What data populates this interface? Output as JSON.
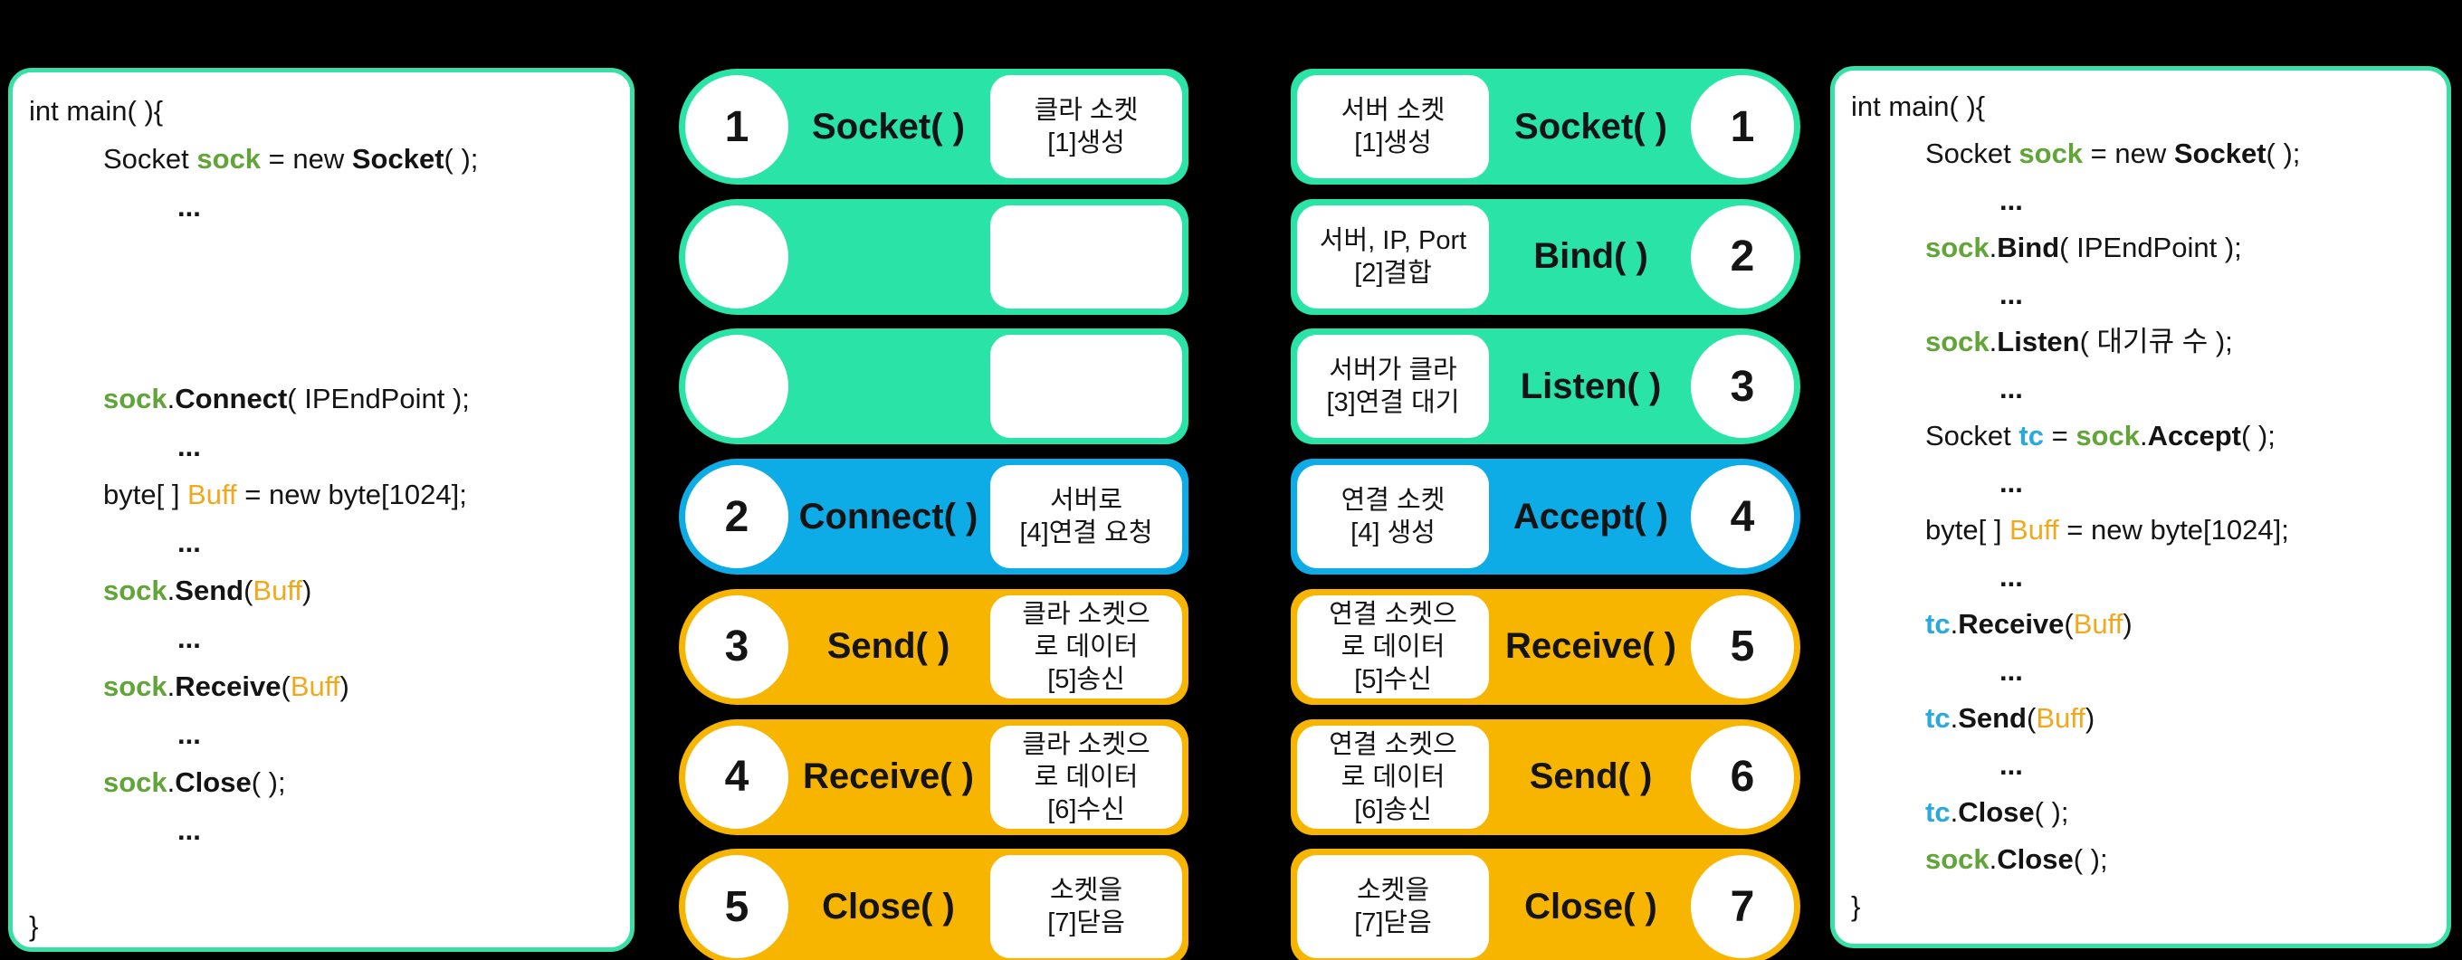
{
  "colors": {
    "background": "#000000",
    "panel_border_teal": "#38dfa8",
    "pill_green": "#2ae3a6",
    "pill_blue": "#0dace6",
    "pill_orange": "#f8b500",
    "code_green_sock": "#61a437",
    "code_orange_buff": "#f2a81d",
    "code_blue_tc": "#29a9e0",
    "text_black": "#141414"
  },
  "client_code": {
    "lines": [
      {
        "i": 0,
        "s": [
          {
            "t": "int main( ){"
          }
        ]
      },
      {
        "i": 1,
        "s": [
          {
            "t": "Socket "
          },
          {
            "t": "sock",
            "c": "g"
          },
          {
            "t": " = new "
          },
          {
            "t": "Socket",
            "c": "b"
          },
          {
            "t": "( );"
          }
        ]
      },
      {
        "i": 2,
        "s": [
          {
            "t": "...",
            "c": "b"
          }
        ]
      },
      {
        "i": 0,
        "s": []
      },
      {
        "i": 0,
        "s": []
      },
      {
        "i": 0,
        "s": []
      },
      {
        "i": 1,
        "s": [
          {
            "t": "sock",
            "c": "g"
          },
          {
            "t": "."
          },
          {
            "t": "Connect",
            "c": "b"
          },
          {
            "t": "( IPEndPoint );"
          }
        ]
      },
      {
        "i": 2,
        "s": [
          {
            "t": "...",
            "c": "b"
          }
        ]
      },
      {
        "i": 1,
        "s": [
          {
            "t": "byte[ ] "
          },
          {
            "t": "Buff",
            "c": "o"
          },
          {
            "t": " = new byte[1024];"
          }
        ]
      },
      {
        "i": 2,
        "s": [
          {
            "t": "...",
            "c": "b"
          }
        ]
      },
      {
        "i": 1,
        "s": [
          {
            "t": "sock",
            "c": "g"
          },
          {
            "t": "."
          },
          {
            "t": "Send",
            "c": "b"
          },
          {
            "t": "("
          },
          {
            "t": "Buff",
            "c": "o"
          },
          {
            "t": ")"
          }
        ]
      },
      {
        "i": 2,
        "s": [
          {
            "t": "...",
            "c": "b"
          }
        ]
      },
      {
        "i": 1,
        "s": [
          {
            "t": "sock",
            "c": "g"
          },
          {
            "t": "."
          },
          {
            "t": "Receive",
            "c": "b"
          },
          {
            "t": "("
          },
          {
            "t": "Buff",
            "c": "o"
          },
          {
            "t": ")"
          }
        ]
      },
      {
        "i": 2,
        "s": [
          {
            "t": "...",
            "c": "b"
          }
        ]
      },
      {
        "i": 1,
        "s": [
          {
            "t": "sock",
            "c": "g"
          },
          {
            "t": "."
          },
          {
            "t": "Close",
            "c": "b"
          },
          {
            "t": "( );"
          }
        ]
      },
      {
        "i": 2,
        "s": [
          {
            "t": "...",
            "c": "b"
          }
        ]
      },
      {
        "i": 0,
        "s": []
      },
      {
        "i": 0,
        "s": [
          {
            "t": "}"
          }
        ]
      }
    ]
  },
  "server_code": {
    "lines": [
      {
        "i": 0,
        "s": [
          {
            "t": "int main( ){"
          }
        ]
      },
      {
        "i": 1,
        "s": [
          {
            "t": "Socket "
          },
          {
            "t": "sock",
            "c": "g"
          },
          {
            "t": " = new "
          },
          {
            "t": "Socket",
            "c": "b"
          },
          {
            "t": "( );"
          }
        ]
      },
      {
        "i": 2,
        "s": [
          {
            "t": "...",
            "c": "b"
          }
        ]
      },
      {
        "i": 1,
        "s": [
          {
            "t": "sock",
            "c": "g"
          },
          {
            "t": "."
          },
          {
            "t": "Bind",
            "c": "b"
          },
          {
            "t": "( IPEndPoint );"
          }
        ]
      },
      {
        "i": 2,
        "s": [
          {
            "t": "...",
            "c": "b"
          }
        ]
      },
      {
        "i": 1,
        "s": [
          {
            "t": "sock",
            "c": "g"
          },
          {
            "t": "."
          },
          {
            "t": "Listen",
            "c": "b"
          },
          {
            "t": "( 대기큐 수 );"
          }
        ]
      },
      {
        "i": 2,
        "s": [
          {
            "t": "...",
            "c": "b"
          }
        ]
      },
      {
        "i": 1,
        "s": [
          {
            "t": "Socket "
          },
          {
            "t": "tc",
            "c": "t"
          },
          {
            "t": " = "
          },
          {
            "t": "sock",
            "c": "g"
          },
          {
            "t": "."
          },
          {
            "t": "Accept",
            "c": "b"
          },
          {
            "t": "( );"
          }
        ]
      },
      {
        "i": 2,
        "s": [
          {
            "t": "...",
            "c": "b"
          }
        ]
      },
      {
        "i": 1,
        "s": [
          {
            "t": "byte[ ] "
          },
          {
            "t": "Buff",
            "c": "o"
          },
          {
            "t": " = new byte[1024];"
          }
        ]
      },
      {
        "i": 2,
        "s": [
          {
            "t": "...",
            "c": "b"
          }
        ]
      },
      {
        "i": 1,
        "s": [
          {
            "t": "tc",
            "c": "t"
          },
          {
            "t": "."
          },
          {
            "t": "Receive",
            "c": "b"
          },
          {
            "t": "("
          },
          {
            "t": "Buff",
            "c": "o"
          },
          {
            "t": ")"
          }
        ]
      },
      {
        "i": 2,
        "s": [
          {
            "t": "...",
            "c": "b"
          }
        ]
      },
      {
        "i": 1,
        "s": [
          {
            "t": "tc",
            "c": "t"
          },
          {
            "t": "."
          },
          {
            "t": "Send",
            "c": "b"
          },
          {
            "t": "("
          },
          {
            "t": "Buff",
            "c": "o"
          },
          {
            "t": ")"
          }
        ]
      },
      {
        "i": 2,
        "s": [
          {
            "t": "...",
            "c": "b"
          }
        ]
      },
      {
        "i": 1,
        "s": [
          {
            "t": "tc",
            "c": "t"
          },
          {
            "t": "."
          },
          {
            "t": "Close",
            "c": "b"
          },
          {
            "t": "( );"
          }
        ]
      },
      {
        "i": 1,
        "s": [
          {
            "t": "sock",
            "c": "g"
          },
          {
            "t": "."
          },
          {
            "t": "Close",
            "c": "b"
          },
          {
            "t": "( );"
          }
        ]
      },
      {
        "i": 0,
        "s": [
          {
            "t": "}"
          }
        ]
      }
    ]
  },
  "client_steps": [
    {
      "num": "1",
      "fn": "Socket( )",
      "color": "green",
      "lines": [
        "클라 소켓",
        "[1]생성"
      ]
    },
    {
      "num": "",
      "fn": "",
      "color": "green",
      "lines": []
    },
    {
      "num": "",
      "fn": "",
      "color": "green",
      "lines": []
    },
    {
      "num": "2",
      "fn": "Connect( )",
      "color": "blue",
      "lines": [
        "서버로",
        "[4]연결 요청"
      ]
    },
    {
      "num": "3",
      "fn": "Send( )",
      "color": "orange",
      "lines": [
        "클라 소켓으",
        "로 데이터",
        "[5]송신"
      ]
    },
    {
      "num": "4",
      "fn": "Receive( )",
      "color": "orange",
      "lines": [
        "클라 소켓으",
        "로 데이터",
        "[6]수신"
      ]
    },
    {
      "num": "5",
      "fn": "Close( )",
      "color": "orange",
      "lines": [
        "소켓을",
        "[7]닫음"
      ]
    }
  ],
  "server_steps": [
    {
      "num": "1",
      "fn": "Socket( )",
      "color": "green",
      "lines": [
        "서버 소켓",
        "[1]생성"
      ]
    },
    {
      "num": "2",
      "fn": "Bind( )",
      "color": "green",
      "lines": [
        "서버, IP, Port",
        "[2]결합"
      ]
    },
    {
      "num": "3",
      "fn": "Listen( )",
      "color": "green",
      "lines": [
        "서버가 클라",
        "[3]연결 대기"
      ]
    },
    {
      "num": "4",
      "fn": "Accept( )",
      "color": "blue",
      "lines": [
        "연결 소켓",
        "[4] 생성"
      ]
    },
    {
      "num": "5",
      "fn": "Receive( )",
      "color": "orange",
      "lines": [
        "연결 소켓으",
        "로 데이터",
        "[5]수신"
      ]
    },
    {
      "num": "6",
      "fn": "Send( )",
      "color": "orange",
      "lines": [
        "연결 소켓으",
        "로 데이터",
        "[6]송신"
      ]
    },
    {
      "num": "7",
      "fn": "Close( )",
      "color": "orange",
      "lines": [
        "소켓을",
        "[7]닫음"
      ]
    }
  ]
}
